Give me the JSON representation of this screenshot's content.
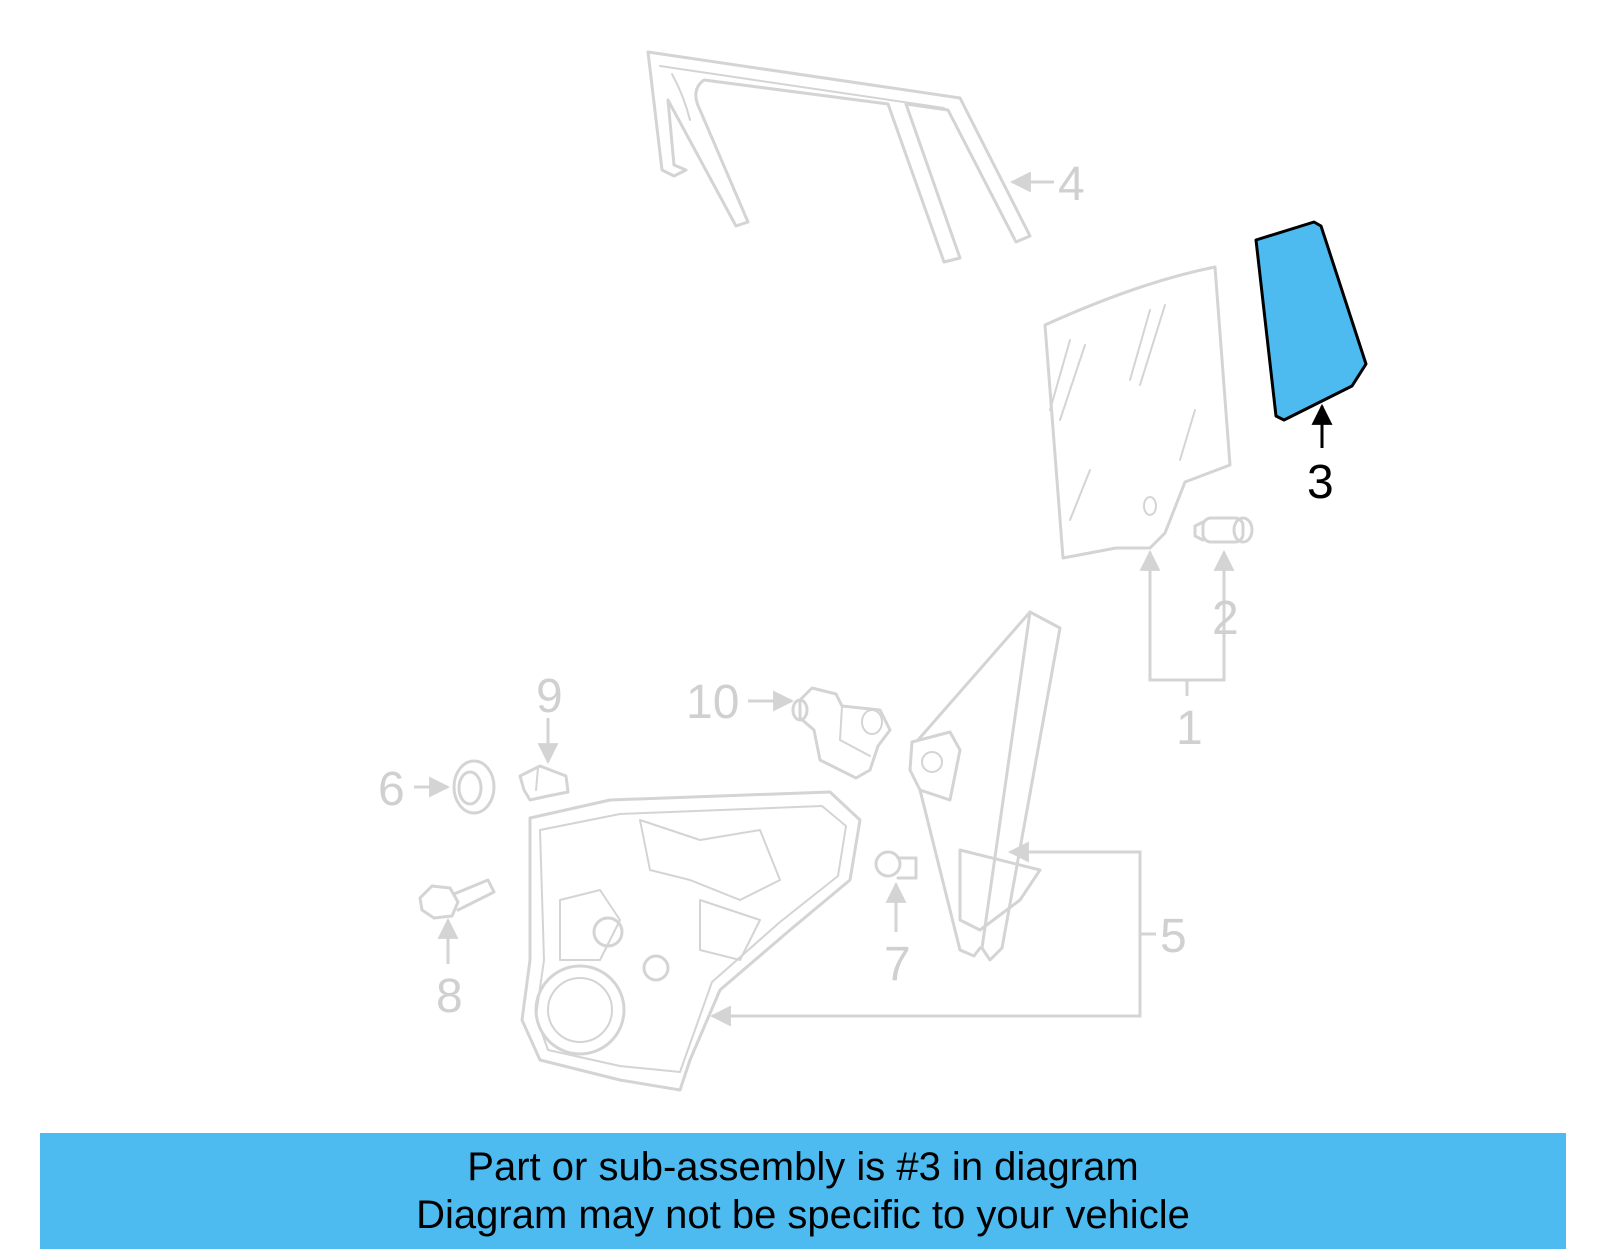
{
  "diagram": {
    "highlight_color": "#4DBBF0",
    "ghost_color": "#d4d4d4",
    "callouts": [
      {
        "id": "1",
        "label": "1"
      },
      {
        "id": "2",
        "label": "2"
      },
      {
        "id": "3",
        "label": "3",
        "highlighted": true
      },
      {
        "id": "4",
        "label": "4"
      },
      {
        "id": "5",
        "label": "5"
      },
      {
        "id": "6",
        "label": "6"
      },
      {
        "id": "7",
        "label": "7"
      },
      {
        "id": "8",
        "label": "8"
      },
      {
        "id": "9",
        "label": "9"
      },
      {
        "id": "10",
        "label": "10"
      }
    ]
  },
  "banner": {
    "background": "#4DBBF0",
    "line1": "Part or sub-assembly is #3 in diagram",
    "line2": "Diagram may not be specific to your vehicle"
  }
}
